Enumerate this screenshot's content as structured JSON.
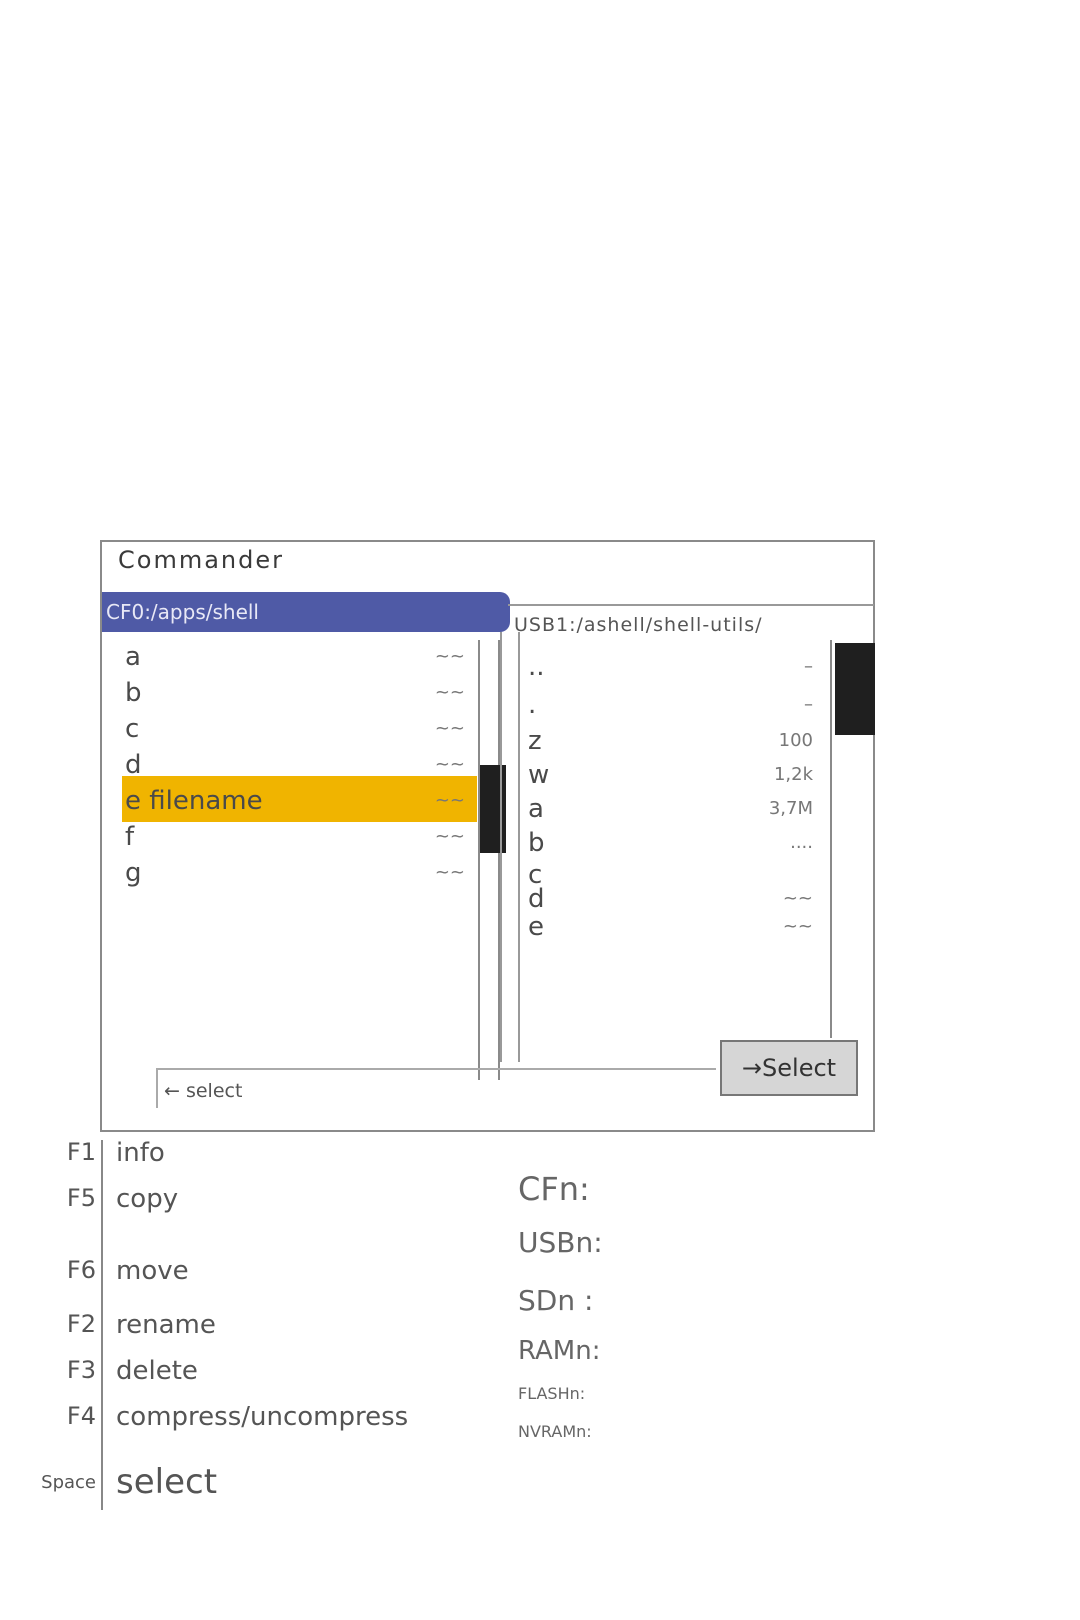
{
  "window": {
    "title": "Commander"
  },
  "left_panel": {
    "path": "CF0:/apps/shell",
    "files": [
      {
        "name": "a",
        "size": "~~"
      },
      {
        "name": "b",
        "size": "~~"
      },
      {
        "name": "c",
        "size": "~~"
      },
      {
        "name": "d",
        "size": "~~"
      },
      {
        "name": "e filename",
        "size": "~~",
        "selected": true
      },
      {
        "name": "f",
        "size": "~~"
      },
      {
        "name": "g",
        "size": "~~"
      }
    ],
    "select_label": "← select"
  },
  "right_panel": {
    "path": "USB1:/ashell/shell-utils/",
    "files": [
      {
        "name": "..",
        "size": "–"
      },
      {
        "name": ".",
        "size": "–"
      },
      {
        "name": "z",
        "size": "100"
      },
      {
        "name": "w",
        "size": "1,2k"
      },
      {
        "name": "a",
        "size": "3,7M"
      },
      {
        "name": "b",
        "size": "...."
      },
      {
        "name": "c",
        "size": ""
      },
      {
        "name": "d",
        "size": "~~"
      },
      {
        "name": "e",
        "size": "~~"
      }
    ],
    "select_label": "→Select"
  },
  "shortcuts": [
    {
      "key": "F1",
      "action": "info"
    },
    {
      "key": "F5",
      "action": "copy"
    },
    {
      "key": "F6",
      "action": "move"
    },
    {
      "key": "F2",
      "action": "rename"
    },
    {
      "key": "F3",
      "action": "delete"
    },
    {
      "key": "F4",
      "action": "compress/uncompress"
    },
    {
      "key": "Space",
      "action": "select"
    }
  ],
  "devices": [
    "CFn:",
    "USBn:",
    "SDn :",
    "RAMn:",
    "FLASHn:",
    "NVRAMn:"
  ],
  "colors": {
    "active_path": "#4f5aa6",
    "selection": "#f0b400",
    "scroll_thumb": "#1f1f1f"
  }
}
